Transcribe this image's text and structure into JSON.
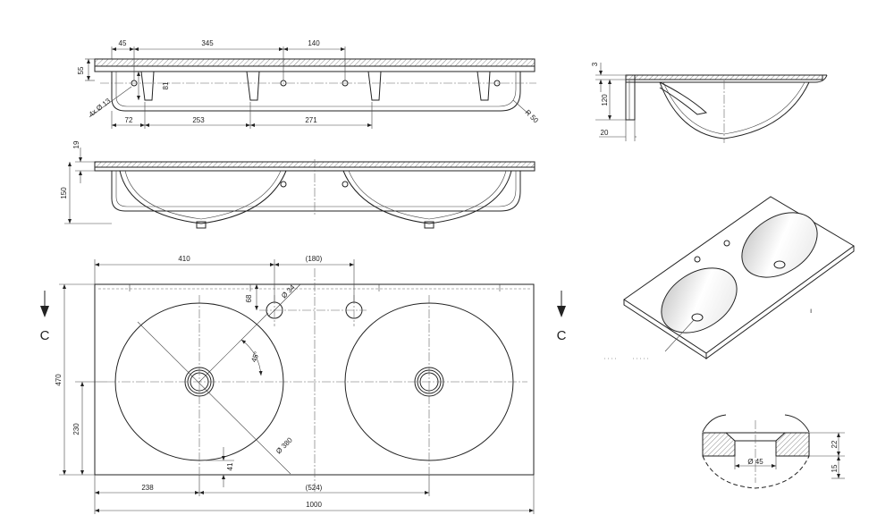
{
  "top_section": {
    "dims": {
      "d45": "45",
      "d345": "345",
      "d140": "140",
      "d55": "55",
      "d81": "81",
      "holes": "4x Ø 13",
      "d72": "72",
      "d253": "253",
      "d271": "271",
      "r50": "R 50"
    }
  },
  "front_section": {
    "dims": {
      "d19": "19",
      "d150": "150"
    }
  },
  "side_section": {
    "dims": {
      "d3": "3",
      "d120": "120",
      "d20": "20"
    }
  },
  "plan_view": {
    "dims": {
      "d410": "410",
      "d180": "(180)",
      "d68": "68",
      "d34": "Ø 34",
      "angle": "45°",
      "d470": "470",
      "d230": "230",
      "d380": "Ø 380",
      "d41": "41",
      "d238": "238",
      "d524": "(524)",
      "d1000": "1000"
    },
    "section_marks": {
      "left": "C",
      "right": "C"
    }
  },
  "detail_view": {
    "dims": {
      "d22": "22",
      "d15": "15",
      "d45": "Ø 45"
    }
  },
  "iso_view": {
    "marker": "ı"
  }
}
